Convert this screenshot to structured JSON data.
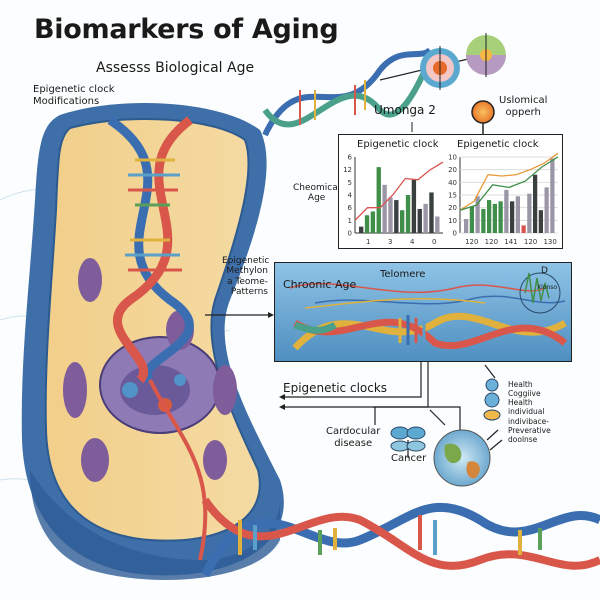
{
  "header": {
    "title": "Biomarkers of Aging",
    "subtitle": "Assesss Biological Age"
  },
  "labels": {
    "epigenetic_clock_modifications": [
      "Epigenetic clock",
      "Modifications"
    ],
    "umonga": "Umonga 2",
    "uslomical": [
      "Uslomical",
      "opperh"
    ],
    "cheomical_age": [
      "Cheomical",
      "Age"
    ],
    "methylation": [
      "Epigenetic",
      "Methylon",
      "a Teome-",
      "Patterns"
    ],
    "chronic_age": "Chroonic Age",
    "telomere": "Telomere",
    "d_label": "D",
    "xlonso": "Xlonso",
    "epigenetic_clocks": "Epigenetic clocks",
    "cardio": [
      "Cardocular",
      "disease"
    ],
    "cancer": "Cancer",
    "health_list": [
      "Health",
      "Coggiive",
      "Health",
      "individual",
      "indivibace-",
      "Preverative",
      "doolnse"
    ]
  },
  "colors": {
    "green": "#3f8f4a",
    "gray": "#9a96a6",
    "dark": "#3a3f3f",
    "red": "#d9534f",
    "orange": "#e89a3c",
    "box_blue": "#4f8fc0"
  },
  "chart_data": [
    {
      "type": "bar",
      "title": "Epigenetic clock",
      "yticks": [
        "6",
        "12",
        "5",
        "4",
        "6",
        "1",
        "0"
      ],
      "xticks": [
        "1",
        "3",
        "4",
        "0"
      ],
      "ylim": [
        0,
        6
      ],
      "bars": [
        {
          "series": "dark",
          "value": 0.5
        },
        {
          "series": "green",
          "value": 1.4
        },
        {
          "series": "green",
          "value": 1.7
        },
        {
          "series": "green",
          "value": 5.2
        },
        {
          "series": "gray",
          "value": 3.8
        },
        {
          "series": "gray",
          "value": 2.8
        },
        {
          "series": "dark",
          "value": 2.6
        },
        {
          "series": "green",
          "value": 1.8
        },
        {
          "series": "green",
          "value": 3.0
        },
        {
          "series": "dark",
          "value": 4.2
        },
        {
          "series": "dark",
          "value": 1.9
        },
        {
          "series": "gray",
          "value": 2.3
        },
        {
          "series": "dark",
          "value": 3.2
        },
        {
          "series": "gray",
          "value": 1.3
        }
      ],
      "line": {
        "series": "red",
        "values": [
          1.0,
          2.0,
          2.0,
          3.0,
          4.3,
          4.2,
          5.0,
          5.6
        ]
      }
    },
    {
      "type": "bar",
      "title": "Epigenetic clock",
      "yticks": [
        "10",
        "20",
        "40",
        "15",
        "20",
        "10",
        "0"
      ],
      "xticks": [
        "120",
        "120",
        "141",
        "120",
        "130"
      ],
      "ylim": [
        0,
        6
      ],
      "bars": [
        {
          "series": "gray",
          "value": 1.1
        },
        {
          "series": "green",
          "value": 2.1
        },
        {
          "series": "gray",
          "value": 2.9
        },
        {
          "series": "green",
          "value": 1.9
        },
        {
          "series": "green",
          "value": 2.6
        },
        {
          "series": "green",
          "value": 2.3
        },
        {
          "series": "green",
          "value": 2.5
        },
        {
          "series": "gray",
          "value": 3.4
        },
        {
          "series": "dark",
          "value": 2.5
        },
        {
          "series": "gray",
          "value": 2.9
        },
        {
          "series": "red",
          "value": 0.6
        },
        {
          "series": "gray",
          "value": 3.1
        },
        {
          "series": "dark",
          "value": 4.6
        },
        {
          "series": "dark",
          "value": 1.8
        },
        {
          "series": "gray",
          "value": 3.6
        },
        {
          "series": "gray",
          "value": 5.9
        }
      ],
      "lines": [
        {
          "series": "orange",
          "values": [
            1.8,
            2.5,
            4.6,
            4.5,
            4.6,
            5.0,
            5.5,
            6.3
          ]
        },
        {
          "series": "green",
          "values": [
            1.8,
            2.2,
            3.8,
            3.6,
            4.1,
            5.2,
            6.0
          ]
        }
      ]
    }
  ]
}
